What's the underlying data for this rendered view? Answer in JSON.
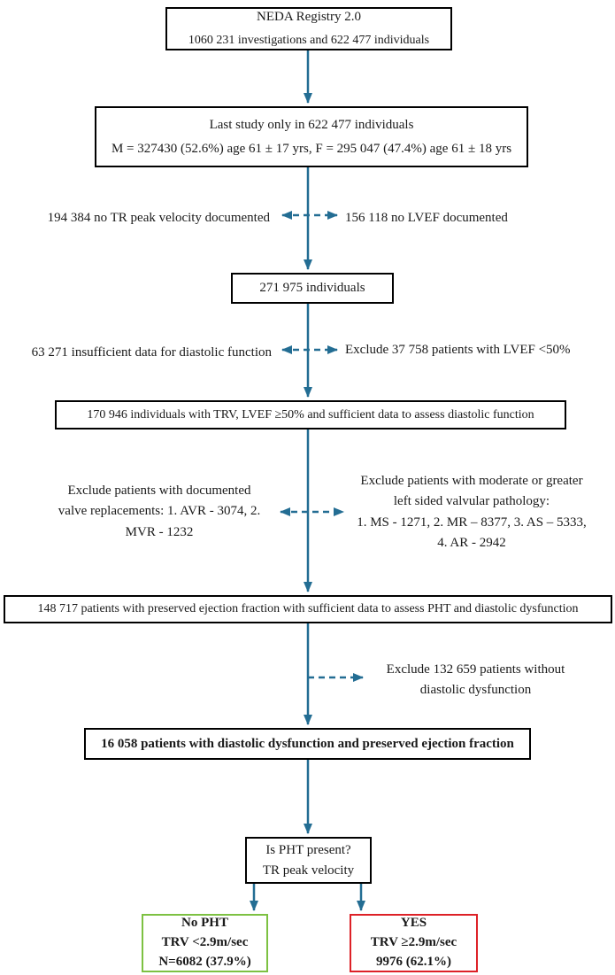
{
  "colors": {
    "arrow": "#236d93",
    "box_border": "#000000",
    "no_pht_border": "#7dc142",
    "yes_pht_border": "#dd2127"
  },
  "boxes": {
    "registry": {
      "line1": "NEDA Registry 2.0",
      "line2": "1060 231 investigations and 622 477 individuals"
    },
    "last_study": {
      "line1": "Last study only in 622 477 individuals",
      "line2": "M = 327430 (52.6%) age 61 ± 17 yrs, F = 295 047 (47.4%) age 61 ± 18 yrs"
    },
    "individuals_271975": {
      "line1": "271 975 individuals"
    },
    "individuals_170946": {
      "line1": "170 946 individuals with TRV, LVEF ≥50% and sufficient data to assess diastolic function"
    },
    "patients_148717": {
      "line1": "148 717 patients with preserved ejection fraction with sufficient data to assess PHT and diastolic dysfunction"
    },
    "patients_16058": {
      "line1": "16 058 patients with diastolic dysfunction and preserved ejection fraction"
    },
    "pht_question": {
      "line1": "Is PHT present?",
      "line2": "TR peak velocity"
    },
    "no_pht": {
      "line1": "No PHT",
      "line2": "TRV <2.9m/sec",
      "line3": "N=6082 (37.9%)"
    },
    "yes_pht": {
      "line1": "YES",
      "line2": "TRV ≥2.9m/sec",
      "line3": "9976 (62.1%)"
    }
  },
  "exclusions": {
    "row1_left": "194 384 no TR peak velocity documented",
    "row1_right": "156 118 no LVEF documented",
    "row2_left": "63 271 insufficient data for diastolic function",
    "row2_right": "Exclude 37 758 patients  with LVEF <50%",
    "row3_left": [
      "Exclude patients with documented",
      "valve replacements: 1. AVR - 3074, 2.",
      "MVR - 1232"
    ],
    "row3_right": [
      "Exclude patients with moderate or greater",
      "left sided valvular pathology:",
      "1. MS - 1271, 2. MR – 8377, 3. AS – 5333,",
      "4. AR - 2942"
    ],
    "row4_right": [
      "Exclude 132 659 patients without",
      "diastolic dysfunction"
    ]
  }
}
